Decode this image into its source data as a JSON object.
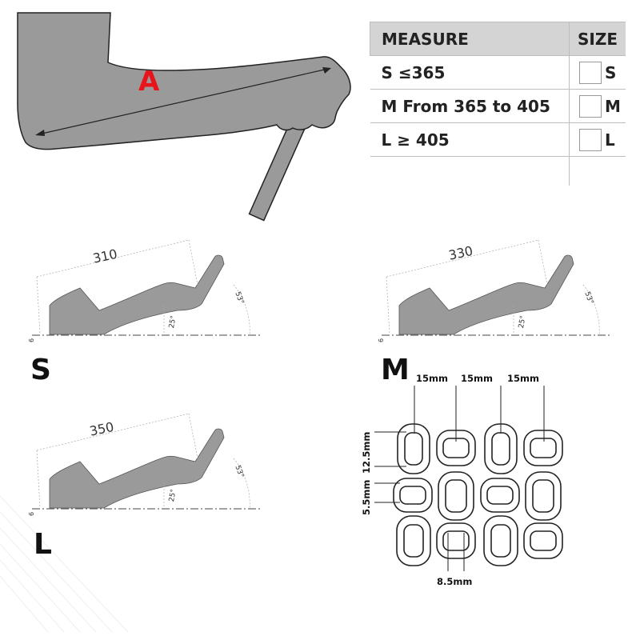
{
  "arm_label": "A",
  "table": {
    "header_measure": "MEASURE",
    "header_size": "SIZE",
    "rows": [
      {
        "measure": "S ≤365",
        "size": "S"
      },
      {
        "measure": "M From 365 to 405",
        "size": "M"
      },
      {
        "measure": "L ≥ 405",
        "size": "L"
      }
    ]
  },
  "profiles": [
    {
      "size": "S",
      "length": "310",
      "angle_low": "25°",
      "angle_high": "53°",
      "base": "6"
    },
    {
      "size": "M",
      "length": "330",
      "angle_low": "25°",
      "angle_high": "53°",
      "base": "6"
    },
    {
      "size": "L",
      "length": "350",
      "angle_low": "25°",
      "angle_high": "53°",
      "base": "6"
    }
  ],
  "links": {
    "top_dims": [
      "15mm",
      "15mm",
      "15mm"
    ],
    "height_dim": "12.5mm",
    "gap_dim": "5.5mm",
    "bottom_dim": "8.5mm"
  },
  "colors": {
    "fill": "#9a9a9a",
    "outline": "#222222",
    "accent": "#e8141b"
  }
}
